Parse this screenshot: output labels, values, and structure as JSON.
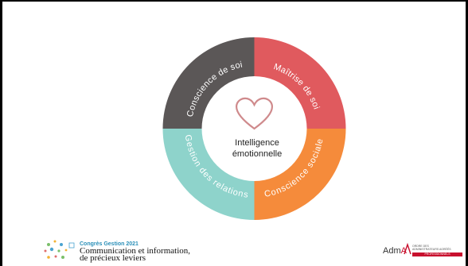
{
  "diagram": {
    "center_line1": "Intelligence",
    "center_line2": "émotionnelle",
    "segments": [
      {
        "label": "Conscience de soi",
        "color": "#5b5757"
      },
      {
        "label": "Maîtrise de soi",
        "color": "#e05a5e"
      },
      {
        "label": "Conscience sociale",
        "color": "#f58b3b"
      },
      {
        "label": "Gestion des relations",
        "color": "#8ed3cb"
      }
    ],
    "heart_color": "#cf8a8c"
  },
  "footer": {
    "event": "Congrès Gestion 2021",
    "subtitle_line1": "Communication et information,",
    "subtitle_line2": "de précieux leviers"
  },
  "logo": {
    "text_main": "Adm",
    "text_accent": "A",
    "small_line1": "ORDRE DES",
    "small_line2": "ADMINISTRATEURS AGRÉÉS",
    "band": "PROFESSIONNELS"
  }
}
